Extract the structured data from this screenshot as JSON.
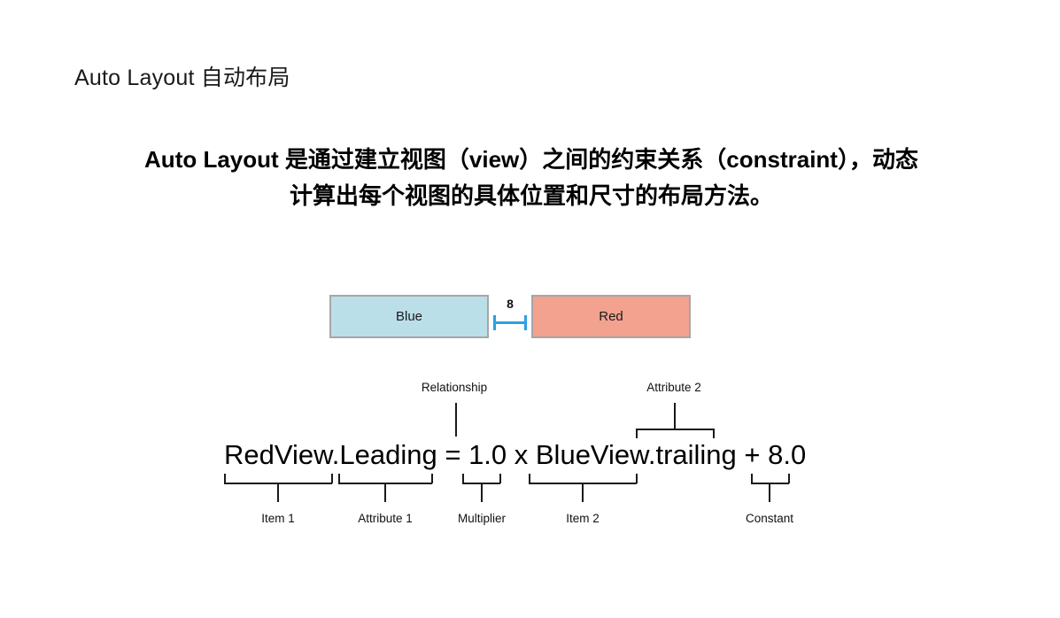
{
  "slide": {
    "title": "Auto Layout 自动布局",
    "body_text": "Auto Layout 是通过建立视图（view）之间的约束关系（constraint），动态计算出每个视图的具体位置和尺寸的布局方法。"
  },
  "diagram": {
    "boxes": [
      {
        "name": "blue",
        "label": "Blue",
        "fill": "#bbdfe9",
        "border": "#a6a6a6"
      },
      {
        "name": "red",
        "label": "Red",
        "fill": "#f2a28e",
        "border": "#a6a6a6"
      }
    ],
    "spacing": {
      "value": "8",
      "color": "#2e9fe3"
    },
    "formula": "RedView.Leading = 1.0 x BlueView.trailing + 8.0",
    "annotations_above": [
      {
        "name": "relationship",
        "label": "Relationship"
      },
      {
        "name": "attribute-2",
        "label": "Attribute 2"
      }
    ],
    "annotations_below": [
      {
        "name": "item-1",
        "label": "Item 1"
      },
      {
        "name": "attribute-1",
        "label": "Attribute 1"
      },
      {
        "name": "multiplier",
        "label": "Multiplier"
      },
      {
        "name": "item-2",
        "label": "Item 2"
      },
      {
        "name": "constant",
        "label": "Constant"
      }
    ]
  }
}
